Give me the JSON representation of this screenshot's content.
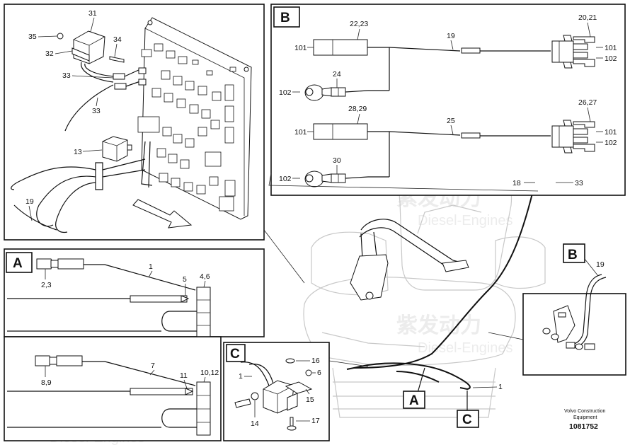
{
  "watermark": {
    "brand_cn": "紫发动力",
    "brand_en": "Diesel-Engines"
  },
  "footer": {
    "company_line1": "Volvo Construction",
    "company_line2": "Equipment",
    "doc_number": "1081752"
  },
  "views": {
    "A": "A",
    "B": "B",
    "C": "C"
  },
  "callouts": {
    "c31": "31",
    "c35": "35",
    "c34": "34",
    "c32": "32",
    "c33a": "33",
    "c33b": "33",
    "c13": "13",
    "c19a": "19",
    "b2223": "22,23",
    "b101a": "101",
    "b19": "19",
    "b2021": "20,21",
    "b101b": "101",
    "b102a": "102",
    "b24": "24",
    "b102b": "102",
    "b2829": "28,29",
    "b101c": "101",
    "b25": "25",
    "b2627": "26,27",
    "b101d": "101",
    "b102c": "102",
    "b30": "30",
    "b102d": "102",
    "s18": "18",
    "s33": "33",
    "a1": "1",
    "a23": "2,3",
    "a5": "5",
    "a46": "4,6",
    "a7": "7",
    "a89": "8,9",
    "a11": "11",
    "a1012": "10,12",
    "c1": "1",
    "c16": "16",
    "c6": "6",
    "c15": "15",
    "c14": "14",
    "c17": "17",
    "m1": "1",
    "mB19": "19"
  }
}
